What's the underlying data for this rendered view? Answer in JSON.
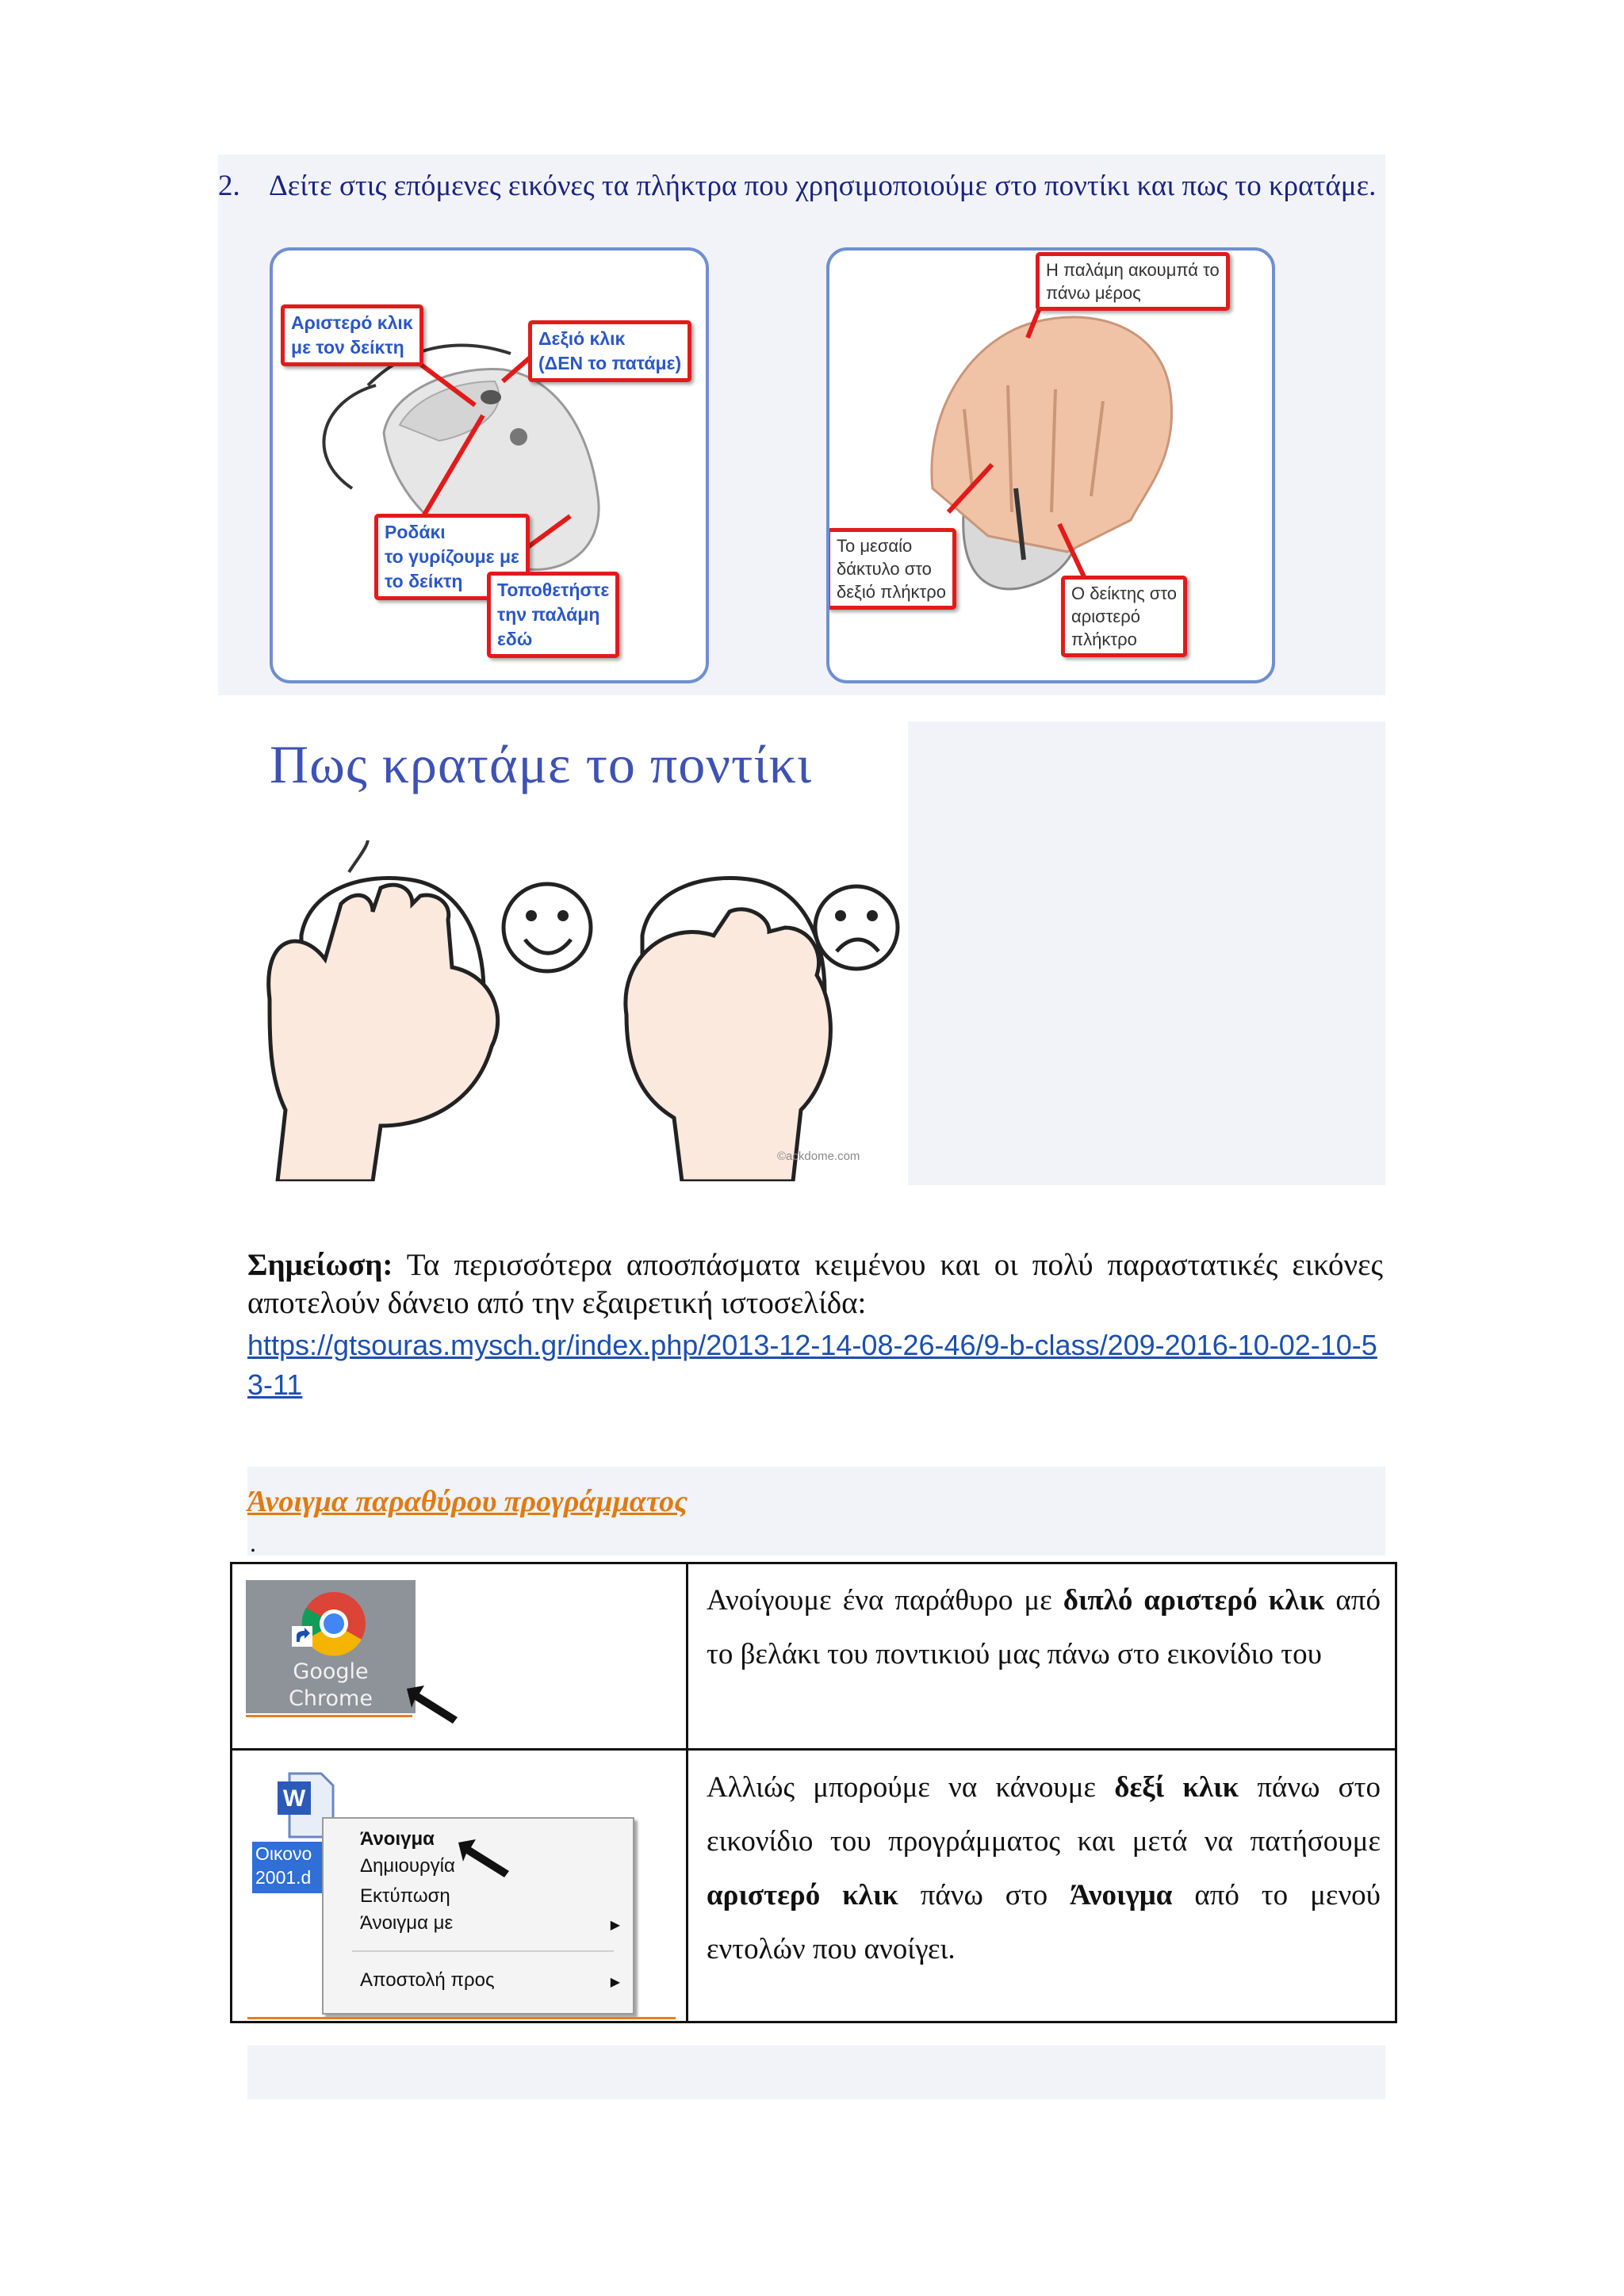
{
  "item2": {
    "number": "2.",
    "text": "Δείτε στις επόμενες εικόνες τα πλήκτρα που χρησιμοποιούμε στο ποντίκι και πως το κρατάμε."
  },
  "mouse_panel": {
    "left_click": [
      "Αριστερό κλικ",
      "με τον δείκτη"
    ],
    "right_click": [
      "Δεξιό κλικ",
      "(ΔΕΝ το πατάμε)"
    ],
    "wheel": [
      "Ροδάκι",
      "το γυρίζουμε με",
      "το δείκτη"
    ],
    "palm": [
      "Τοποθετήστε",
      "την παλάμη",
      "εδώ"
    ]
  },
  "hand_panel": {
    "palm_top": [
      "Η παλάμη ακουμπά το",
      "πάνω μέρος"
    ],
    "middle_finger": [
      "Το μεσαίο",
      "δάκτυλο στο",
      "δεξιό πλήκτρο"
    ],
    "index_finger": [
      "Ο δείκτης στο",
      "αριστερό",
      "πλήκτρο"
    ]
  },
  "cartoon": {
    "title": "Πως κρατάμε το ποντίκι",
    "copyright": "©ackdome.com"
  },
  "note": {
    "label": "Σημείωση:",
    "text": "Τα περισσότερα αποσπάσματα κειμένου και οι πολύ παραστατικές εικόνες αποτελούν δάνειο από την εξαιρετική ιστοσελίδα:",
    "link": "https://gtsouras.mysch.gr/index.php/2013-12-14-08-26-46/9-b-class/209-2016-10-02-10-53-11"
  },
  "open_window": {
    "heading": "Άνοιγμα παραθύρου προγράμματος",
    "dot": "."
  },
  "table": {
    "row1": {
      "icon_label": [
        "Google",
        "Chrome"
      ],
      "text_before": "Ανοίγουμε ένα παράθυρο με ",
      "text_bold": "διπλό αριστερό κλικ",
      "text_after": " από το βελάκι του ποντικιού μας πάνω στο εικονίδιο του"
    },
    "row2": {
      "file_label": [
        "Οικονο",
        "2001.d"
      ],
      "menu_items": [
        "Άνοιγμα",
        "Δημιουργία",
        "Εκτύπωση",
        "Άνοιγμα με",
        "Αποστολή προς"
      ],
      "t1": "Αλλιώς μπορούμε να κάνουμε ",
      "b1": "δεξί κλικ",
      "t2": " πάνω στο εικονίδιο του προγράμματος και μετά να πατήσουμε ",
      "b2": "αριστερό κλικ",
      "t3": " πάνω στο ",
      "b3": "Άνοιγμα",
      "t4": " από το μενού εντολών που ανοίγει."
    }
  }
}
